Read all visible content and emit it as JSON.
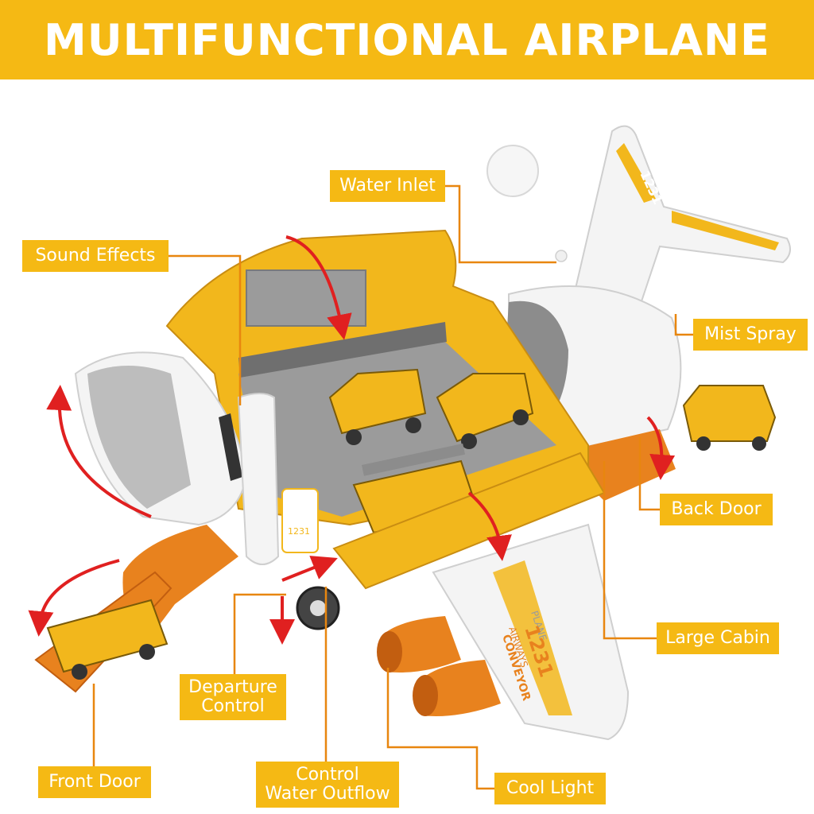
{
  "banner": {
    "title": "MULTIFUNCTIONAL AIRPLANE"
  },
  "labels": {
    "water_inlet": "Water Inlet",
    "sound_effects": "Sound Effects",
    "mist_spray": "Mist Spray",
    "back_door": "Back Door",
    "large_cabin": "Large Cabin",
    "departure_control": "Departure\nControl",
    "front_door": "Front Door",
    "control_water_outflow": "Control\nWater Outflow",
    "cool_light": "Cool Light"
  },
  "markings": {
    "tail_number": "1231",
    "wing_number": "1231",
    "wing_text_1": "CONVEYOR",
    "wing_text_2": "AIRWAYS",
    "wing_text_3": "PLANE",
    "body_number": "1231"
  },
  "colors": {
    "banner": "#f5b914",
    "callout_line": "#e8860f",
    "toy_yellow": "#f2b71c",
    "toy_orange": "#e8821e",
    "toy_white": "#f4f4f4",
    "toy_grey": "#9b9b9b",
    "arrow_red": "#e02020"
  }
}
